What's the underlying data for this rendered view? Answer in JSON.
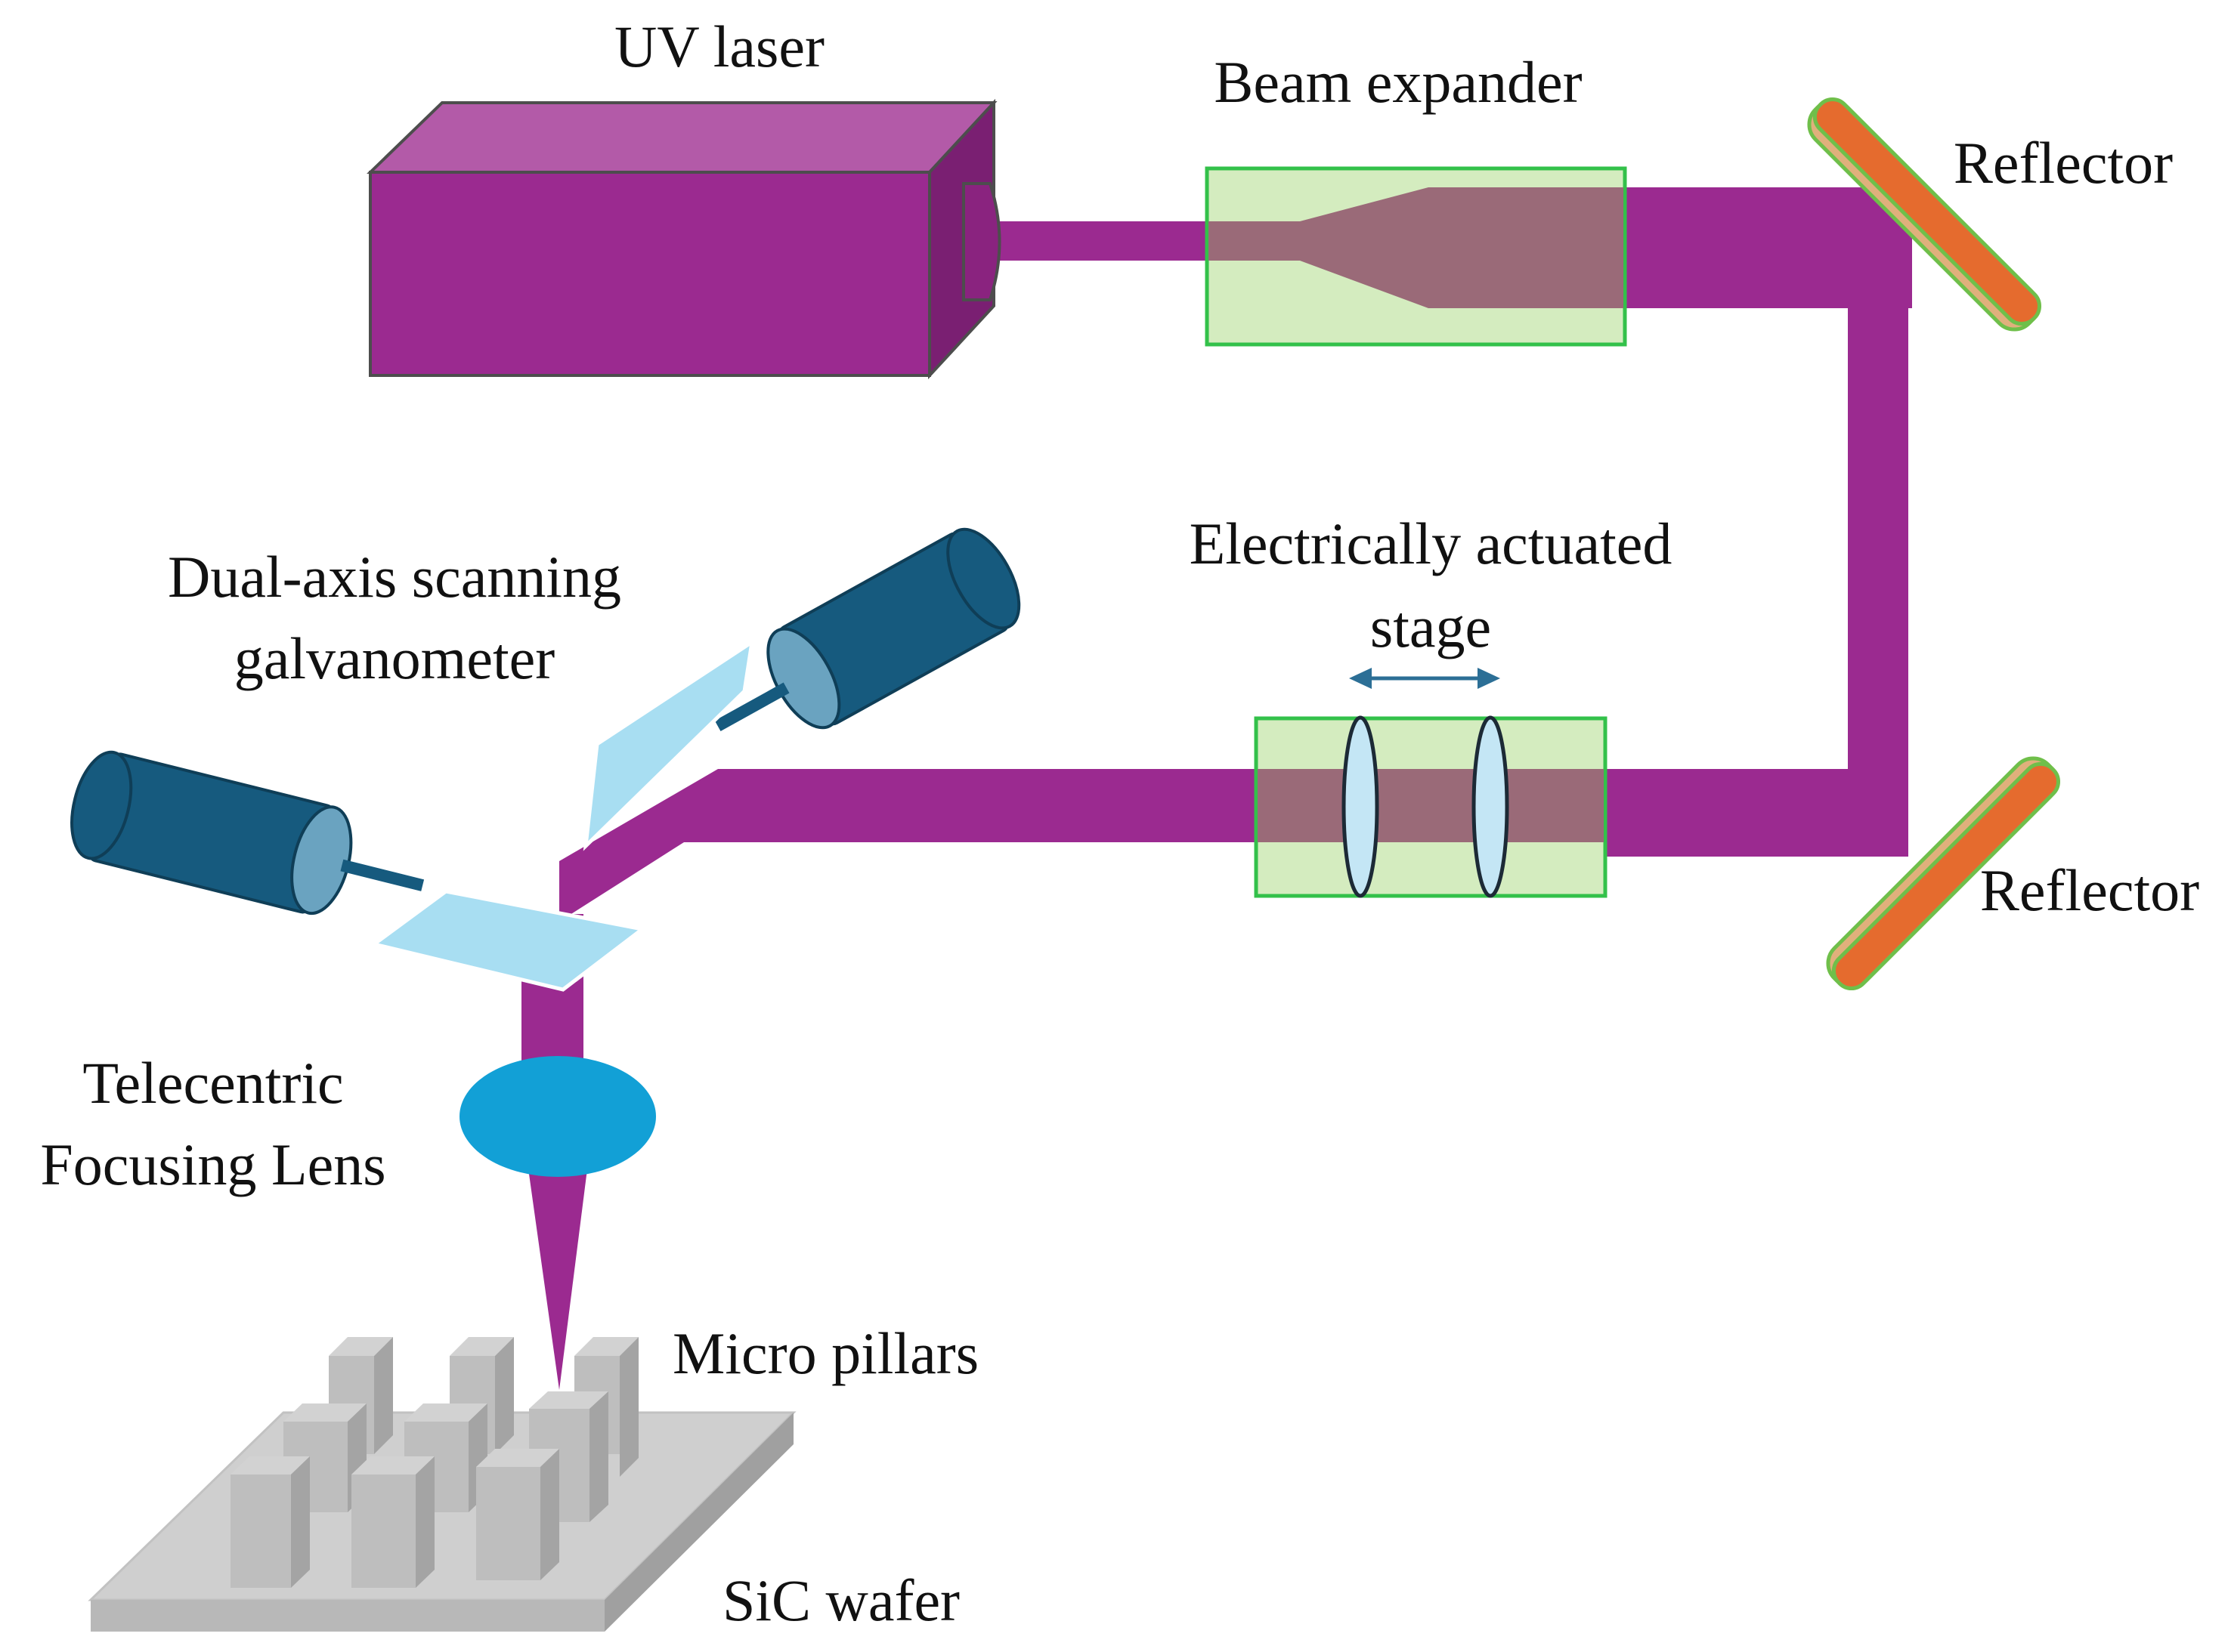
{
  "labels": {
    "uv_laser": "UV laser",
    "beam_expander": "Beam expander",
    "reflector_top": "Reflector",
    "reflector_bottom": "Reflector",
    "stage_line1": "Electrically actuated",
    "stage_line2": "stage",
    "galvo_line1": "Dual-axis scanning",
    "galvo_line2": "galvanometer",
    "lens_line1": "Telecentric",
    "lens_line2": "Focusing Lens",
    "micro_pillars": "Micro pillars",
    "wafer": "SiC wafer"
  },
  "colors": {
    "beam": "#9b2a90",
    "laser_front": "#9b2a90",
    "laser_top": "#b35aa8",
    "laser_side": "#7a1f72",
    "optic_box_fill": "#d4ecbf",
    "optic_box_stroke": "#33c14a",
    "beam_in_optic": "#9a6a78",
    "reflector": "#e56b2e",
    "reflector_edge": "#6fbf4a",
    "motor_body": "#165a7e",
    "motor_cap": "#6aa3c0",
    "galvo_mirror": "#a8def2",
    "stage_lens": "#c4e6f5",
    "stage_arrow": "#2c6f96",
    "focus_lens": "#12a0d6",
    "wafer_top": "#cfcfcf",
    "pillar_top": "#d2d2d2",
    "pillar_front": "#bebebe",
    "pillar_side": "#a4a4a4"
  }
}
